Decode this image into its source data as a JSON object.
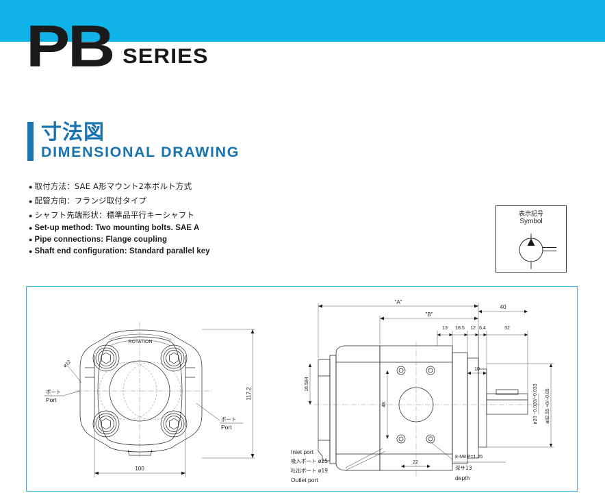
{
  "header": {
    "logo_main": "PB",
    "logo_sub": "SERIES",
    "band_color": "#0fb3e8"
  },
  "section": {
    "title_jp": "寸法図",
    "title_en": "DIMENSIONAL DRAWING",
    "accent_color": "#1a74ae"
  },
  "spec_list": [
    {
      "bullet": "●",
      "lang": "jp",
      "text": "取付方法：SAE A形マウント2本ボルト方式"
    },
    {
      "bullet": "●",
      "lang": "jp",
      "text": "配管方向：フランジ取付タイプ"
    },
    {
      "bullet": "●",
      "lang": "jp",
      "text": "シャフト先端形状：標準品平行キーシャフト"
    },
    {
      "bullet": "●",
      "lang": "en",
      "text": "Set-up method: Two mounting bolts. SAE A"
    },
    {
      "bullet": "●",
      "lang": "en",
      "text": "Pipe connections: Flange coupling"
    },
    {
      "bullet": "●",
      "lang": "en",
      "text": "Shaft end configuration: Standard parallel key"
    }
  ],
  "symbol_box": {
    "caption_jp": "表示記号",
    "caption_en": "Symbol"
  },
  "drawing": {
    "front_view": {
      "rotation_label": "ROTATION",
      "dim_width": "100",
      "dim_height": "117.2",
      "port_left_jp": "ポート",
      "port_left_en": "Port",
      "port_right_jp": "ポート",
      "port_right_en": "Port",
      "bore_label": "ø12"
    },
    "side_view": {
      "dim_A": "\"A\"",
      "dim_B": "\"B\"",
      "dim_13": "13",
      "dim_18_5": "18.5",
      "dim_12": "12",
      "dim_6_4": "6.4",
      "dim_32": "32",
      "dim_40": "40",
      "dim_10": "10",
      "dim_22": "22",
      "dim_48": "48",
      "dim_16_584": "16.584",
      "shaft_dia": "ø20 −0.020/−0.033",
      "pilot_dia": "ø82.55 +0/−0.05",
      "inlet_en": "Inlet port",
      "inlet_jp": "吸入ポート ø25",
      "outlet_jp": "吐出ポート ø19",
      "outlet_en": "Outlet port",
      "thread_spec": "8-M8 P=1.25",
      "thread_depth_jp": "深サ13",
      "thread_depth_en": "depth"
    }
  }
}
